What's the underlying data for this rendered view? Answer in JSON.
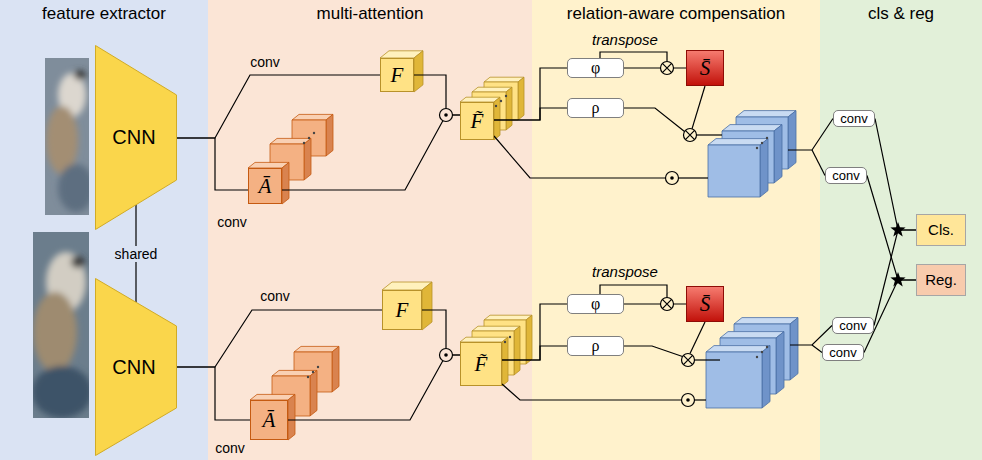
{
  "diagram": {
    "nodes": [
      {
        "text": [
          "feature extractor"
        ]
      },
      {
        "text": [
          "multi-attention"
        ]
      },
      {
        "text": [
          "relation-aware compensation"
        ]
      },
      {
        "text": [
          "cls & reg"
        ]
      },
      {
        "text": [
          "CNN"
        ],
        "in": 0
      },
      {
        "text": [
          "CNN"
        ],
        "in": 0
      },
      {
        "text": [
          "F"
        ],
        "in": 1
      },
      {
        "text": [
          "Ā"
        ],
        "in": 1
      },
      {
        "text": [
          "F̃"
        ],
        "in": 1
      },
      {
        "text": [
          "F"
        ],
        "in": 1
      },
      {
        "text": [
          "Ā"
        ],
        "in": 1
      },
      {
        "text": [
          "F̃"
        ],
        "in": 1
      },
      {
        "text": [
          "φ"
        ],
        "in": 2
      },
      {
        "text": [
          "S̄"
        ],
        "in": 2
      },
      {
        "text": [
          "ρ"
        ],
        "in": 2
      },
      {
        "text": [
          "φ"
        ],
        "in": 2
      },
      {
        "text": [
          "S̄"
        ],
        "in": 2
      },
      {
        "text": [
          "ρ"
        ],
        "in": 2
      },
      {
        "text": [
          "conv"
        ],
        "in": 3
      },
      {
        "text": [
          "conv"
        ],
        "in": 3
      },
      {
        "text": [
          "Cls."
        ],
        "in": 3
      },
      {
        "text": [
          "Reg."
        ],
        "in": 3
      },
      {
        "text": [
          "conv"
        ],
        "in": 3
      },
      {
        "text": [
          "conv"
        ],
        "in": 3
      }
    ],
    "edges": [
      {
        "from": 4,
        "to": 5,
        "label": "shared",
        "arrow": "none"
      },
      {
        "from": 4,
        "to": 6,
        "label": "conv",
        "arrow": "none"
      },
      {
        "from": 4,
        "to": 7,
        "label": "conv",
        "arrow": "none"
      },
      {
        "from": 6,
        "to": 8,
        "arrow": "none"
      },
      {
        "from": 7,
        "to": 8,
        "arrow": "none"
      },
      {
        "from": 8,
        "to": 12,
        "arrow": "none"
      },
      {
        "from": 8,
        "to": 14,
        "arrow": "none"
      },
      {
        "from": 12,
        "to": 13,
        "arrow": "none"
      },
      {
        "from": 5,
        "to": 9,
        "label": "conv",
        "arrow": "none"
      },
      {
        "from": 5,
        "to": 10,
        "label": "conv",
        "arrow": "none"
      },
      {
        "from": 9,
        "to": 11,
        "arrow": "none"
      },
      {
        "from": 10,
        "to": 11,
        "arrow": "none"
      },
      {
        "from": 11,
        "to": 15,
        "arrow": "none"
      },
      {
        "from": 11,
        "to": 17,
        "arrow": "none"
      },
      {
        "from": 15,
        "to": 16,
        "arrow": "none"
      },
      {
        "from": 18,
        "to": 20,
        "arrow": "none"
      },
      {
        "from": 19,
        "to": 21,
        "arrow": "none"
      },
      {
        "from": 22,
        "to": 20,
        "arrow": "none"
      },
      {
        "from": 23,
        "to": 21,
        "arrow": "none"
      }
    ],
    "labels": [
      "transpose",
      "transpose"
    ]
  }
}
